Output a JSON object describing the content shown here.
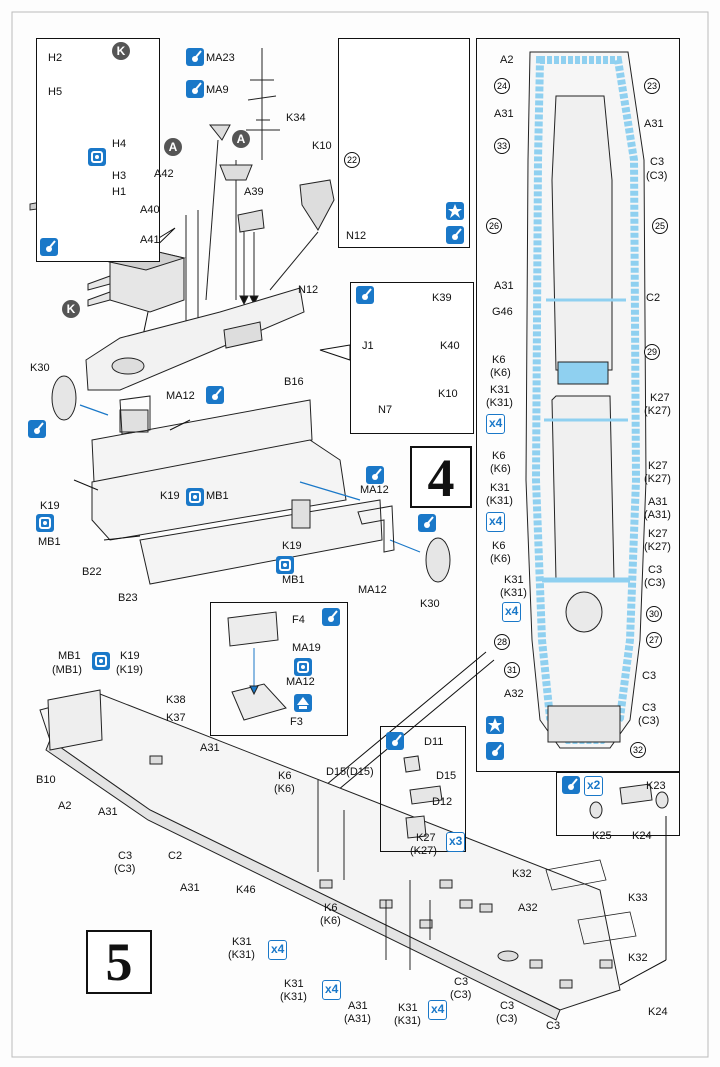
{
  "step4": {
    "number": "4"
  },
  "step5": {
    "number": "5"
  },
  "markers": {
    "k": "K",
    "a": "A"
  },
  "labels_step4": {
    "h2": "H2",
    "h5": "H5",
    "h4": "H4",
    "h3": "H3",
    "h1": "H1",
    "ma23": "MA23",
    "ma9": "MA9",
    "k34": "K34",
    "k10": "K10",
    "a42": "A42",
    "a39": "A39",
    "a40": "A40",
    "a41": "A41",
    "n12": "N12",
    "k30a": "K30",
    "ma12a": "MA12",
    "b16": "B16",
    "k19a": "K19",
    "mb1a": "MB1",
    "k19b": "K19",
    "mb1b": "MB1",
    "k19c": "K19",
    "mb1c": "MB1",
    "b22": "B22",
    "b23": "B23",
    "ma12b": "MA12",
    "ma12c": "MA12",
    "k30b": "K30",
    "k39": "K39",
    "j1": "J1",
    "k40": "K40",
    "k10b": "K10",
    "n7": "N7",
    "n12b": "N12",
    "f4": "F4",
    "ma19": "MA19",
    "ma12d": "MA12",
    "f3": "F3"
  },
  "labels_plan": {
    "a2": "A2",
    "a31a": "A31",
    "a31b": "A31",
    "c3a": "C3",
    "c3a_p": "(C3)",
    "a31c": "A31",
    "c2": "C2",
    "g46": "G46",
    "k6a": "K6",
    "k6a_p": "(K6)",
    "k31a": "K31",
    "k31a_p": "(K31)",
    "k27a": "K27",
    "k27a_p": "(K27)",
    "k6b": "K6",
    "k6b_p": "(K6)",
    "k31b": "K31",
    "k31b_p": "(K31)",
    "k27b": "K27",
    "k27b_p": "(K27)",
    "a31d": "A31",
    "a31d_p": "(A31)",
    "k6c": "K6",
    "k6c_p": "(K6)",
    "k27c": "K27",
    "k27c_p": "(K27)",
    "k31c": "K31",
    "k31c_p": "(K31)",
    "c3b": "C3",
    "c3b_p": "(C3)",
    "c3c": "C3",
    "a32": "A32",
    "c3d": "C3",
    "c3d_p": "(C3)"
  },
  "circled_numbers": {
    "n22": "22",
    "n23": "23",
    "n24": "24",
    "n25": "25",
    "n26": "26",
    "n27": "27",
    "n28": "28",
    "n29": "29",
    "n30": "30",
    "n31": "31",
    "n32": "32",
    "n33": "33"
  },
  "labels_step5": {
    "mb1": "MB1",
    "mb1_p": "(MB1)",
    "k19": "K19",
    "k19_p": "(K19)",
    "k38": "K38",
    "k37": "K37",
    "b10": "B10",
    "a2": "A2",
    "a31a": "A31",
    "a31b": "A31",
    "c3a": "C3",
    "c3a_p": "(C3)",
    "c2": "C2",
    "a31c": "A31",
    "k46": "K46",
    "k6a": "K6",
    "k6a_p": "(K6)",
    "d15p": "D15(D15)",
    "d11": "D11",
    "d15": "D15",
    "d12": "D12",
    "k27": "K27",
    "k27_p": "(K27)",
    "k31a": "K31",
    "k31a_p": "(K31)",
    "k31b": "K31",
    "k31b_p": "(K31)",
    "a31d": "A31",
    "a31d_p": "(A31)",
    "k6b": "K6",
    "k6b_p": "(K6)",
    "c3b": "C3",
    "c3b_p": "(C3)",
    "k31c": "K31",
    "k31c_p": "(K31)",
    "k32a": "K32",
    "k33": "K33",
    "a32": "A32",
    "k32b": "K32",
    "c3c": "C3",
    "c3c_p": "(C3)",
    "c3d": "C3",
    "k24": "K24",
    "k23": "K23",
    "k25": "K25",
    "k24b": "K24"
  },
  "counts": {
    "x4": "x4",
    "x2": "x2",
    "x3": "x3"
  },
  "colors": {
    "accent": "#1a78c8",
    "wash": "#8fd0f0",
    "ink": "#111111"
  },
  "icon_names": [
    "paint-icon",
    "cement-icon",
    "star-icon",
    "optional-icon"
  ]
}
